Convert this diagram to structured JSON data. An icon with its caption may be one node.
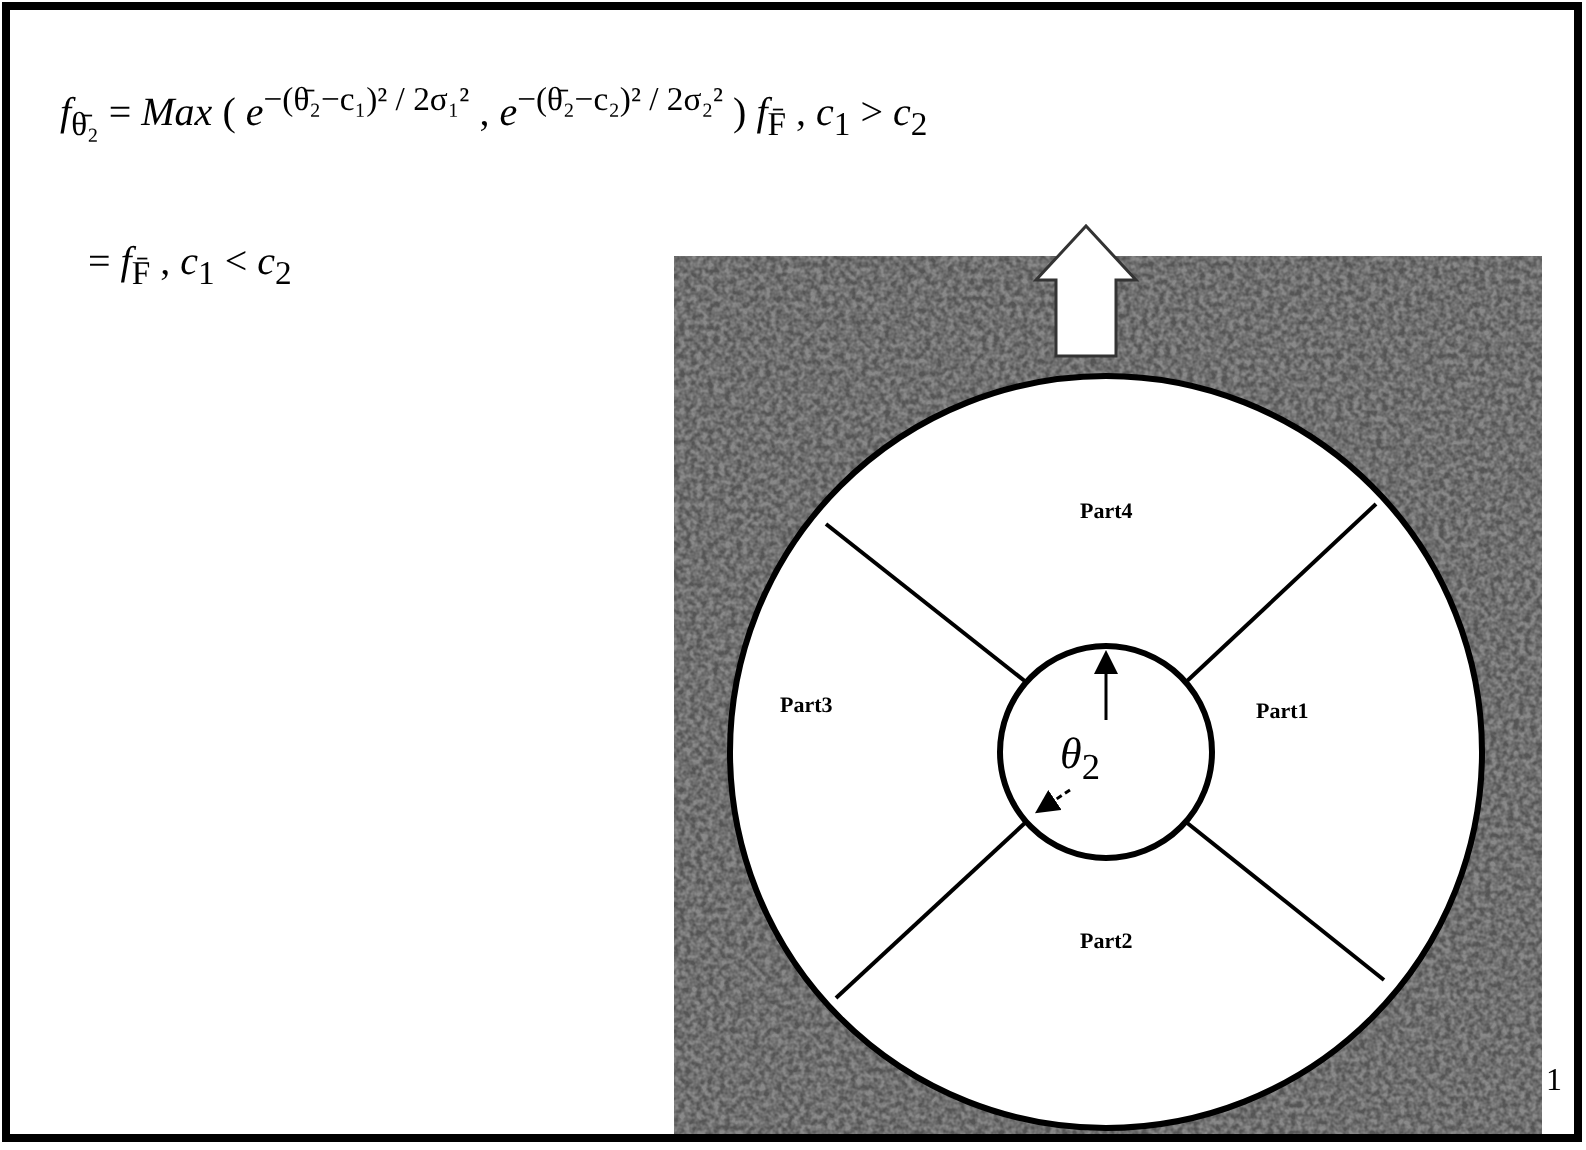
{
  "diagram": {
    "labels": [
      "*f*$_{θ̄₂}$ = *Max* ( *e*$^{−(θ̄₂−c₁)² / 2σ₁²}$ , *e*$^{−(θ̄₂−c₂)² / 2σ₂²}$ ) *f*$_{F̄}$ ,      *c*$_{1}$ > *c*$_{2}$",
      "= *f*$_{F̄}$ ,      *c*$_{1}$ < *c*$_{2}$",
      "Part4",
      "Part3",
      "Part1",
      "Part2",
      "*θ*$_{2}$",
      "1"
    ]
  }
}
